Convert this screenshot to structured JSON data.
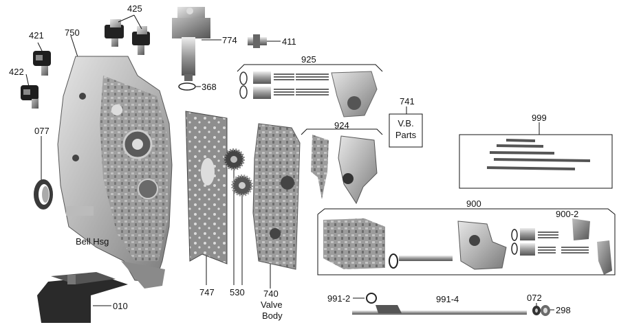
{
  "labels": {
    "p425": "425",
    "p421": "421",
    "p422": "422",
    "p750": "750",
    "p774": "774",
    "p411": "411",
    "p368": "368",
    "p925": "925",
    "p741": "741",
    "p741_line1": "V.B.",
    "p741_line2": "Parts",
    "p999": "999",
    "p924": "924",
    "p077": "077",
    "p900": "900",
    "p900_2": "900-2",
    "bell": "Bell Hsg",
    "p747": "747",
    "p530": "530",
    "p740": "740",
    "valve": "Valve",
    "body": "Body",
    "p010": "010",
    "p991_2": "991-2",
    "p991_4": "991-4",
    "p072": "072",
    "p298": "298"
  }
}
